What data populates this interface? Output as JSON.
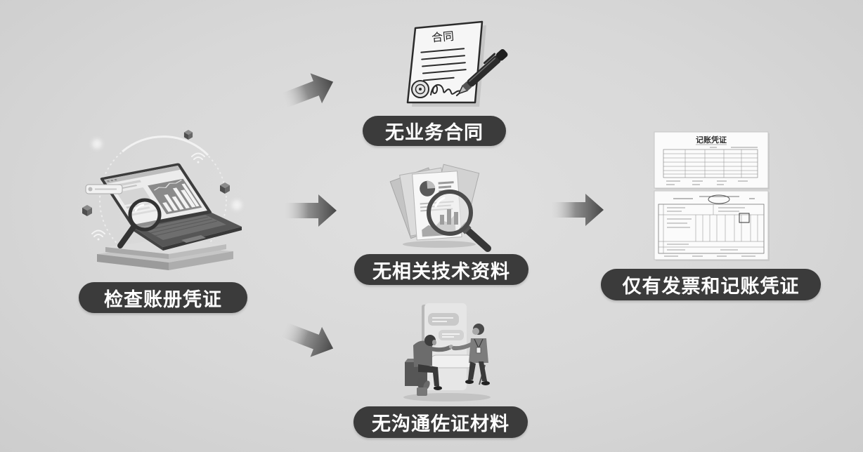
{
  "colors": {
    "background": "#d8d8d8",
    "pill_background": "#3b3b3b",
    "pill_text": "#ffffff",
    "arrow": "#4a4a4a"
  },
  "source": {
    "label": "检查账册凭证",
    "icon": "laptop-magnifier-illustration"
  },
  "findings": [
    {
      "label": "无业务合同",
      "icon": "contract-signing-illustration",
      "doc_title": "合同"
    },
    {
      "label": "无相关技术资料",
      "icon": "documents-magnifier-illustration"
    },
    {
      "label": "无沟通佐证材料",
      "icon": "people-discussion-illustration"
    }
  ],
  "result": {
    "label": "仅有发票和记账凭证",
    "icon": "invoice-voucher-illustration",
    "voucher_title": "记账凭证"
  }
}
